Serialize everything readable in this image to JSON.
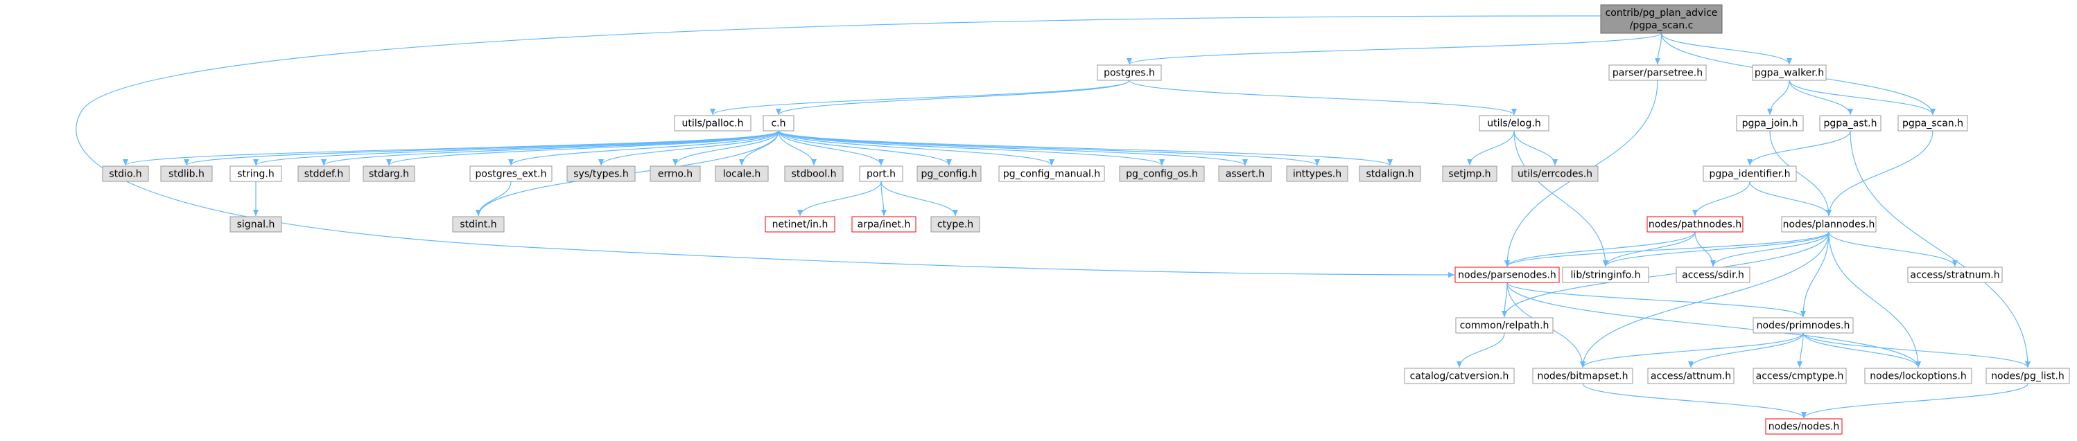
{
  "colors": {
    "edge": "#63b8ff",
    "node_border": "#999999",
    "missing_border": "#ff0000",
    "root_fill": "#999999",
    "system_fill": "#e0e0e0",
    "node_fill": "#ffffff",
    "text": "#000000"
  },
  "root_label": [
    "contrib/pg_plan_advice",
    "/pgpa_scan.c"
  ],
  "nodes": [
    {
      "id": "postgres_h",
      "label": "postgres.h",
      "kind": "normal"
    },
    {
      "id": "parsetree_h",
      "label": "parser/parsetree.h",
      "kind": "normal"
    },
    {
      "id": "pgpa_walker_h",
      "label": "pgpa_walker.h",
      "kind": "normal"
    },
    {
      "id": "utils_palloc_h",
      "label": "utils/palloc.h",
      "kind": "normal"
    },
    {
      "id": "c_h",
      "label": "c.h",
      "kind": "normal"
    },
    {
      "id": "utils_elog_h",
      "label": "utils/elog.h",
      "kind": "normal"
    },
    {
      "id": "pgpa_join_h",
      "label": "pgpa_join.h",
      "kind": "normal"
    },
    {
      "id": "pgpa_ast_h",
      "label": "pgpa_ast.h",
      "kind": "normal"
    },
    {
      "id": "pgpa_scan_h",
      "label": "pgpa_scan.h",
      "kind": "normal"
    },
    {
      "id": "stdio_h",
      "label": "stdio.h",
      "kind": "system"
    },
    {
      "id": "stdlib_h",
      "label": "stdlib.h",
      "kind": "system"
    },
    {
      "id": "string_h",
      "label": "string.h",
      "kind": "normal"
    },
    {
      "id": "stddef_h",
      "label": "stddef.h",
      "kind": "system"
    },
    {
      "id": "stdarg_h",
      "label": "stdarg.h",
      "kind": "system"
    },
    {
      "id": "postgres_ext_h",
      "label": "postgres_ext.h",
      "kind": "normal"
    },
    {
      "id": "sys_types_h",
      "label": "sys/types.h",
      "kind": "system"
    },
    {
      "id": "errno_h",
      "label": "errno.h",
      "kind": "system"
    },
    {
      "id": "locale_h",
      "label": "locale.h",
      "kind": "system"
    },
    {
      "id": "stdbool_h",
      "label": "stdbool.h",
      "kind": "system"
    },
    {
      "id": "port_h",
      "label": "port.h",
      "kind": "normal"
    },
    {
      "id": "pg_config_h",
      "label": "pg_config.h",
      "kind": "system"
    },
    {
      "id": "pg_config_manual_h",
      "label": "pg_config_manual.h",
      "kind": "normal"
    },
    {
      "id": "pg_config_os_h",
      "label": "pg_config_os.h",
      "kind": "system"
    },
    {
      "id": "assert_h",
      "label": "assert.h",
      "kind": "system"
    },
    {
      "id": "inttypes_h",
      "label": "inttypes.h",
      "kind": "system"
    },
    {
      "id": "stdalign_h",
      "label": "stdalign.h",
      "kind": "system"
    },
    {
      "id": "setjmp_h",
      "label": "setjmp.h",
      "kind": "system"
    },
    {
      "id": "utils_errcodes_h",
      "label": "utils/errcodes.h",
      "kind": "system"
    },
    {
      "id": "pgpa_identifier_h",
      "label": "pgpa_identifier.h",
      "kind": "normal"
    },
    {
      "id": "signal_h",
      "label": "signal.h",
      "kind": "system"
    },
    {
      "id": "stdint_h",
      "label": "stdint.h",
      "kind": "system"
    },
    {
      "id": "netinet_in_h",
      "label": "netinet/in.h",
      "kind": "missing"
    },
    {
      "id": "arpa_inet_h",
      "label": "arpa/inet.h",
      "kind": "missing"
    },
    {
      "id": "ctype_h",
      "label": "ctype.h",
      "kind": "system"
    },
    {
      "id": "nodes_pathnodes_h",
      "label": "nodes/pathnodes.h",
      "kind": "missing"
    },
    {
      "id": "nodes_plannodes_h",
      "label": "nodes/plannodes.h",
      "kind": "normal"
    },
    {
      "id": "nodes_parsenodes_h",
      "label": "nodes/parsenodes.h",
      "kind": "missing"
    },
    {
      "id": "lib_stringinfo_h",
      "label": "lib/stringinfo.h",
      "kind": "normal"
    },
    {
      "id": "access_sdir_h",
      "label": "access/sdir.h",
      "kind": "normal"
    },
    {
      "id": "access_stratnum_h",
      "label": "access/stratnum.h",
      "kind": "normal"
    },
    {
      "id": "common_relpath_h",
      "label": "common/relpath.h",
      "kind": "normal"
    },
    {
      "id": "nodes_primnodes_h",
      "label": "nodes/primnodes.h",
      "kind": "normal"
    },
    {
      "id": "catalog_catversion_h",
      "label": "catalog/catversion.h",
      "kind": "normal"
    },
    {
      "id": "nodes_bitmapset_h",
      "label": "nodes/bitmapset.h",
      "kind": "normal"
    },
    {
      "id": "access_attnum_h",
      "label": "access/attnum.h",
      "kind": "normal"
    },
    {
      "id": "access_cmptype_h",
      "label": "access/cmptype.h",
      "kind": "normal"
    },
    {
      "id": "nodes_lockoptions_h",
      "label": "nodes/lockoptions.h",
      "kind": "normal"
    },
    {
      "id": "nodes_pg_list_h",
      "label": "nodes/pg_list.h",
      "kind": "normal"
    },
    {
      "id": "nodes_nodes_h",
      "label": "nodes/nodes.h",
      "kind": "missing"
    }
  ],
  "edges": [
    [
      "root",
      "postgres_h"
    ],
    [
      "root",
      "parsetree_h"
    ],
    [
      "root",
      "pgpa_walker_h"
    ],
    [
      "root",
      "pgpa_scan_h"
    ],
    [
      "root",
      "nodes_parsenodes_h"
    ],
    [
      "postgres_h",
      "utils_palloc_h"
    ],
    [
      "postgres_h",
      "c_h"
    ],
    [
      "postgres_h",
      "utils_elog_h"
    ],
    [
      "c_h",
      "stdio_h"
    ],
    [
      "c_h",
      "stdlib_h"
    ],
    [
      "c_h",
      "string_h"
    ],
    [
      "c_h",
      "stddef_h"
    ],
    [
      "c_h",
      "stdarg_h"
    ],
    [
      "c_h",
      "stdint_h"
    ],
    [
      "c_h",
      "postgres_ext_h"
    ],
    [
      "c_h",
      "sys_types_h"
    ],
    [
      "c_h",
      "errno_h"
    ],
    [
      "c_h",
      "locale_h"
    ],
    [
      "c_h",
      "stdbool_h"
    ],
    [
      "c_h",
      "port_h"
    ],
    [
      "c_h",
      "pg_config_h"
    ],
    [
      "c_h",
      "pg_config_manual_h"
    ],
    [
      "c_h",
      "pg_config_os_h"
    ],
    [
      "c_h",
      "assert_h"
    ],
    [
      "c_h",
      "inttypes_h"
    ],
    [
      "c_h",
      "stdalign_h"
    ],
    [
      "string_h",
      "signal_h"
    ],
    [
      "postgres_ext_h",
      "stdint_h"
    ],
    [
      "port_h",
      "netinet_in_h"
    ],
    [
      "port_h",
      "arpa_inet_h"
    ],
    [
      "port_h",
      "ctype_h"
    ],
    [
      "utils_elog_h",
      "setjmp_h"
    ],
    [
      "utils_elog_h",
      "utils_errcodes_h"
    ],
    [
      "utils_elog_h",
      "lib_stringinfo_h"
    ],
    [
      "parsetree_h",
      "nodes_parsenodes_h"
    ],
    [
      "pgpa_walker_h",
      "pgpa_join_h"
    ],
    [
      "pgpa_walker_h",
      "pgpa_ast_h"
    ],
    [
      "pgpa_walker_h",
      "pgpa_scan_h"
    ],
    [
      "pgpa_join_h",
      "nodes_plannodes_h"
    ],
    [
      "pgpa_ast_h",
      "pgpa_identifier_h"
    ],
    [
      "pgpa_ast_h",
      "nodes_pg_list_h"
    ],
    [
      "pgpa_scan_h",
      "nodes_plannodes_h"
    ],
    [
      "pgpa_identifier_h",
      "nodes_pathnodes_h"
    ],
    [
      "pgpa_identifier_h",
      "nodes_plannodes_h"
    ],
    [
      "nodes_pathnodes_h",
      "nodes_parsenodes_h"
    ],
    [
      "nodes_pathnodes_h",
      "lib_stringinfo_h"
    ],
    [
      "nodes_pathnodes_h",
      "access_sdir_h"
    ],
    [
      "nodes_plannodes_h",
      "nodes_parsenodes_h"
    ],
    [
      "nodes_plannodes_h",
      "lib_stringinfo_h"
    ],
    [
      "nodes_plannodes_h",
      "access_sdir_h"
    ],
    [
      "nodes_plannodes_h",
      "access_stratnum_h"
    ],
    [
      "nodes_plannodes_h",
      "common_relpath_h"
    ],
    [
      "nodes_plannodes_h",
      "nodes_primnodes_h"
    ],
    [
      "nodes_plannodes_h",
      "nodes_bitmapset_h"
    ],
    [
      "nodes_plannodes_h",
      "nodes_lockoptions_h"
    ],
    [
      "nodes_parsenodes_h",
      "common_relpath_h"
    ],
    [
      "nodes_parsenodes_h",
      "nodes_primnodes_h"
    ],
    [
      "nodes_parsenodes_h",
      "nodes_bitmapset_h"
    ],
    [
      "nodes_parsenodes_h",
      "nodes_lockoptions_h"
    ],
    [
      "common_relpath_h",
      "catalog_catversion_h"
    ],
    [
      "nodes_primnodes_h",
      "nodes_bitmapset_h"
    ],
    [
      "nodes_primnodes_h",
      "access_attnum_h"
    ],
    [
      "nodes_primnodes_h",
      "access_cmptype_h"
    ],
    [
      "nodes_primnodes_h",
      "nodes_lockoptions_h"
    ],
    [
      "nodes_primnodes_h",
      "nodes_pg_list_h"
    ],
    [
      "nodes_bitmapset_h",
      "nodes_nodes_h"
    ],
    [
      "nodes_pg_list_h",
      "nodes_nodes_h"
    ]
  ]
}
